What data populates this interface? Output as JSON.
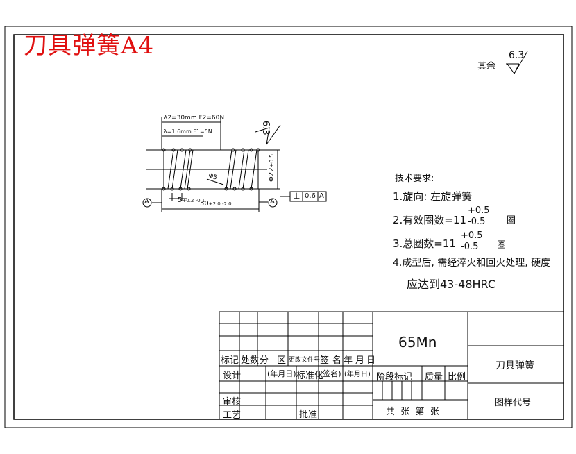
{
  "title": "刀具弹簧A4",
  "roughness": {
    "general_label": "其余",
    "general_value": "6.3",
    "local_value": "6.3"
  },
  "dimensions": {
    "load_a": "λ2=30mm  F2=60N",
    "load_b": "λ=1.6mm  F1=5N",
    "pitch": "5",
    "pitch_tol": "+0.2 -0.1",
    "free_length": "50",
    "free_length_tol": "+2.0 -2.0",
    "outer_diameter": "Φ22",
    "outer_diameter_tol": "+0.5",
    "wire_label": "Φ5",
    "datum": "A",
    "perp_symbol": "⊥",
    "perp_value": "0.6",
    "perp_datum": "A"
  },
  "requirements": {
    "heading": "技术要求:",
    "r1": "1.旋向: 左旋弹簧",
    "r2_text": "2.有效圈数=11",
    "r2_upper": "+0.5",
    "r2_lower": "-0.5",
    "r2_unit": "圈",
    "r3_text": "3.总圈数=11",
    "r3_upper": "+0.5",
    "r3_lower": "-0.5",
    "r3_unit": "圈",
    "r4_line1": "4.成型后, 需经淬火和回火处理, 硬度",
    "r4_line2": "应达到43-48HRC"
  },
  "title_block": {
    "material": "65Mn",
    "part_name": "刀具弹簧",
    "drawing_code": "图样代号",
    "row_labels": [
      "标记",
      "处数",
      "分",
      "区",
      "更改文件号",
      "签",
      "名",
      "年",
      "月",
      "日"
    ],
    "design": "设计",
    "date1": "(年月日)",
    "standardization": "标准化",
    "signature": "(签名)",
    "date2": "(年月日)",
    "stage_mark": "阶段标记",
    "weight": "质量",
    "ratio": "比例",
    "review": "审核",
    "process": "工艺",
    "approve": "批准",
    "sheets": "共  张  第  张"
  }
}
